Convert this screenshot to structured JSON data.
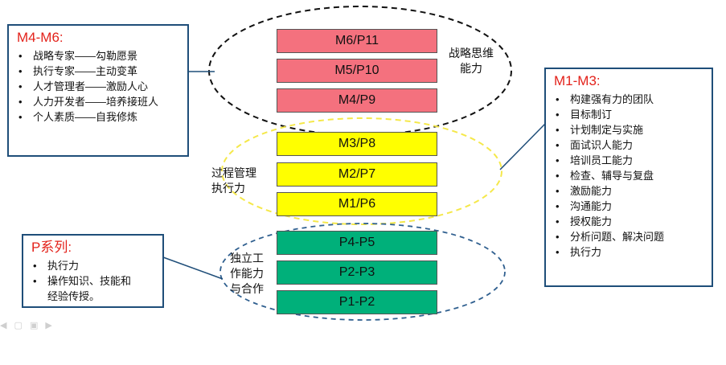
{
  "colors": {
    "strategic": "#f4717e",
    "process": "#ffff00",
    "independent": "#00b07a",
    "box_border": "#1f4e79",
    "title_red": "#e3221b"
  },
  "levels": [
    {
      "label": "M6/P11",
      "group": "strategic"
    },
    {
      "label": "M5/P10",
      "group": "strategic"
    },
    {
      "label": "M4/P9",
      "group": "strategic"
    },
    {
      "label": "M3/P8",
      "group": "process"
    },
    {
      "label": "M2/P7",
      "group": "process"
    },
    {
      "label": "M1/P6",
      "group": "process"
    },
    {
      "label": "P4-P5",
      "group": "independent"
    },
    {
      "label": "P2-P3",
      "group": "independent"
    },
    {
      "label": "P1-P2",
      "group": "independent"
    }
  ],
  "capabilities": {
    "strategic": "战略思维\n能力",
    "process": "过程管理\n执行力",
    "independent": "独立工\n作能力\n与合作"
  },
  "m4m6": {
    "title": "M4-M6:",
    "items": [
      "战略专家——勾勒愿景",
      "执行专家——主动变革",
      "人才管理者——激励人心",
      "人力开发者——培养接班人",
      "个人素质——自我修炼"
    ]
  },
  "m1m3": {
    "title": "M1-M3:",
    "items": [
      "构建强有力的团队",
      "目标制订",
      "计划制定与实施",
      "面试识人能力",
      "培训员工能力",
      "检查、辅导与复盘",
      "激励能力",
      "沟通能力",
      "授权能力",
      "分析问题、解决问题",
      "执行力"
    ]
  },
  "p_series": {
    "title": "P系列:",
    "items": [
      "执行力",
      "操作知识、技能和\n经验传授。"
    ]
  }
}
